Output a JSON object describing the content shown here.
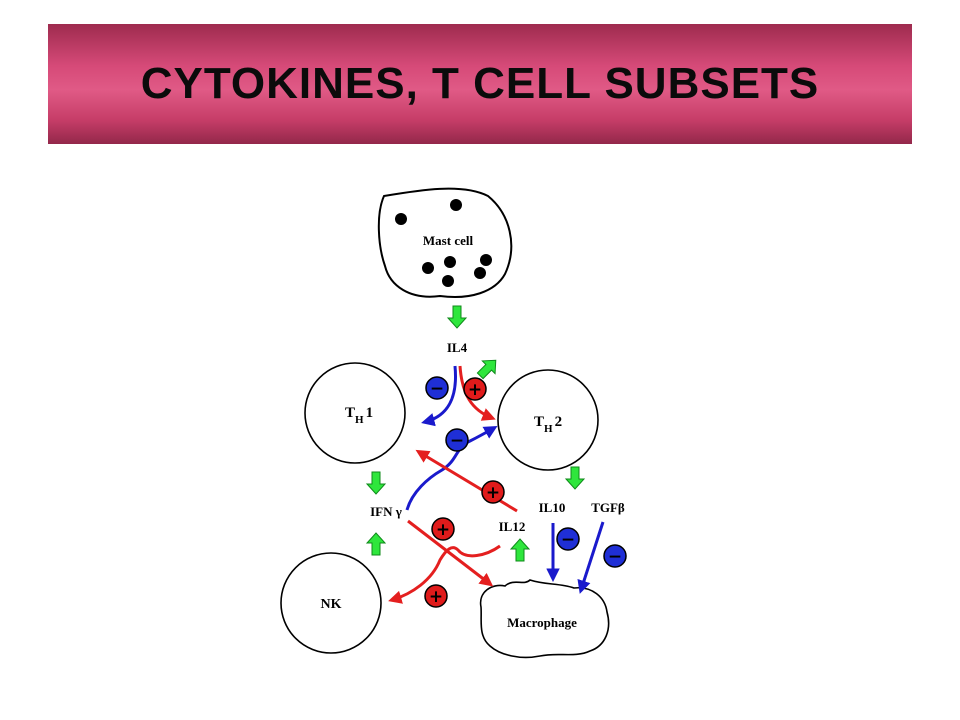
{
  "title": "CYTOKINES, T CELL SUBSETS",
  "cells": {
    "mast": "Mast cell",
    "th1_main": "T",
    "th1_sub": "H",
    "th1_num": "1",
    "th2_main": "T",
    "th2_sub": "H",
    "th2_num": "2",
    "nk": "NK",
    "macrophage": "Macrophage"
  },
  "cytokines": {
    "il4": "IL4",
    "ifn": "IFN γ",
    "il12": "IL12",
    "il10": "IL10",
    "tgf": "TGFβ"
  },
  "signs": {
    "plus": "+",
    "minus": "−"
  },
  "colors": {
    "banner": "#d64a78",
    "red_arrow": "#e41f1f",
    "blue_arrow": "#1a1acc",
    "green_arrow": "#2ee63c",
    "plus_badge": "#e01b1b",
    "minus_badge": "#1f2fd6"
  }
}
